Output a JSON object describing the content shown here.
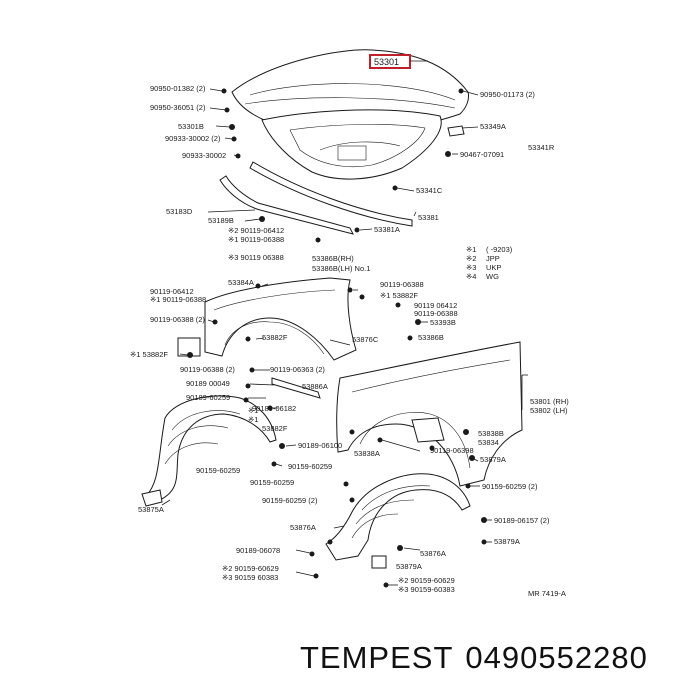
{
  "brand": "TEMPEST",
  "part_number": "0490552280",
  "diagram_code": "MR 7419-A",
  "highlight_label": "53301",
  "legend": [
    {
      "mark": "※1",
      "text": "(     -9203)"
    },
    {
      "mark": "※2",
      "text": "JPP"
    },
    {
      "mark": "※3",
      "text": "UKP"
    },
    {
      "mark": "※4",
      "text": "WG"
    }
  ],
  "labels": [
    "90950-01382 (2)",
    "90950-36051 (2)",
    "53301B",
    "90933-30002 (2)",
    "90933-30002",
    "90950-01173 (2)",
    "53349A",
    "53341R",
    "90467-07091",
    "53341C",
    "53183D",
    "53189B",
    "53381",
    "53381A",
    "※2 90119-06412",
    "※1 90119-06388",
    "※3 90119 06388",
    "53386B(RH)",
    "53386B(LH) No.1",
    "53384A",
    "90119-06412",
    "※1 90119-06388",
    "90119-06388",
    "※1 53882F",
    "90119 06412",
    "90119-06388",
    "53393B",
    "90119-06388 (2)",
    "53882F",
    "53386B",
    "※1 53882F",
    "53876C",
    "90119-06388 (2)",
    "90119-06363 (2)",
    "90189 00049",
    "53886A",
    "90189-60259",
    "53801 (RH)",
    "53802 (LH)",
    "※1",
    "※1",
    "53882F",
    "90189-06182",
    "90189-06100",
    "53838A",
    "53838B",
    "53834",
    "90119-06398",
    "90159-60259",
    "90159-60259",
    "53879A",
    "90159-60259",
    "90159-60259 (2)",
    "90189-06157 (2)",
    "53875A",
    "53876A",
    "53876A",
    "90159-60259 (2)",
    "90189-06078",
    "※2 90159-60629",
    "※3 90159 60383",
    "53879A",
    "53879A",
    "※2 90159-60629",
    "※3 90159-60383"
  ]
}
